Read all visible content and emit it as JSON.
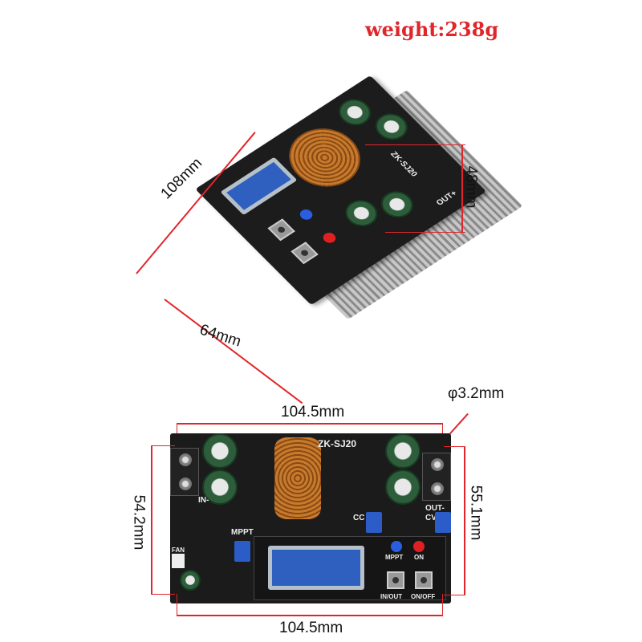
{
  "weight_label": "weight:238g",
  "top_view": {
    "length_label": "108mm",
    "height_label": "48mm",
    "width_label": "64mm",
    "silkscreen": {
      "model": "ZK-SJ20",
      "out": "OUT+"
    }
  },
  "front_view": {
    "width_top_label": "104.5mm",
    "width_bottom_label": "104.5mm",
    "height_left_label": "54.2mm",
    "height_right_label": "55.1mm",
    "hole_label": "φ3.2mm",
    "silkscreen": {
      "model": "ZK-SJ20",
      "in": "IN-",
      "out": "OUT-",
      "cc": "CC",
      "cv": "CV",
      "mppt_pot": "MPPT",
      "fan": "FAN",
      "mppt_led": "MPPT",
      "on_led": "ON",
      "in_out_button": "IN/OUT",
      "on_off_button": "ON/OFF"
    }
  },
  "colors": {
    "annotation": "#e0262b",
    "pcb": "#1b1b1b",
    "lcd": "#2f5fbf"
  }
}
